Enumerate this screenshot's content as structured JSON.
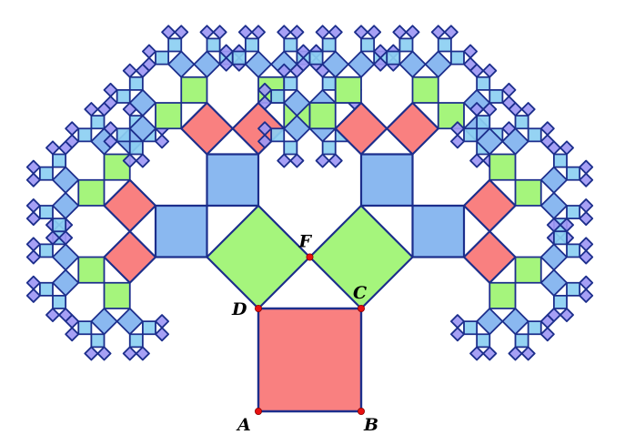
{
  "diagram": {
    "subject": "pythagoras-tree",
    "depth": 8,
    "colors": {
      "level0": "#F98080",
      "level1": "#A5F57C",
      "level2": "#8AB8F0",
      "level3": "#F98080",
      "level4": "#A5F57C",
      "level5": "#8AB8F0",
      "level6": "#8CCFF2",
      "level7": "#9E98F4",
      "outline": "#1C2E8C",
      "point": "#E81010",
      "background": "#FFFFFF"
    },
    "points": [
      {
        "name": "A",
        "label": "A"
      },
      {
        "name": "B",
        "label": "B"
      },
      {
        "name": "C",
        "label": "C"
      },
      {
        "name": "D",
        "label": "D"
      },
      {
        "name": "F",
        "label": "F"
      }
    ]
  }
}
